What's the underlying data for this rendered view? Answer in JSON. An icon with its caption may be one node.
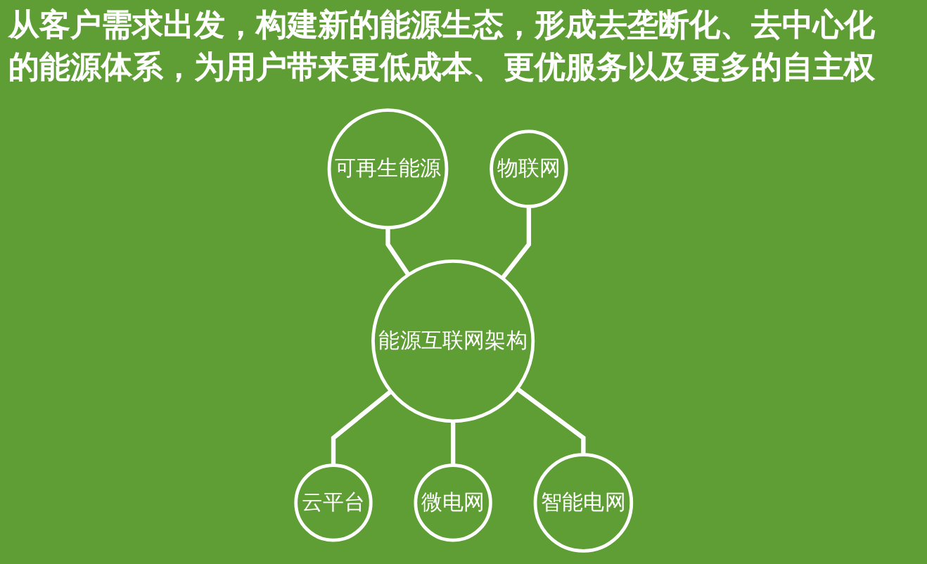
{
  "diagram": {
    "title": "从客户需求出发，构建新的能源生态，形成去垄断化、去中心化的能源体系，为用户带来更低成本、更优服务以及更多的自主权",
    "nodes": [
      {
        "text": [
          "可再生能源"
        ]
      },
      {
        "text": [
          "物联网"
        ]
      },
      {
        "text": [
          "能源互联网架构"
        ]
      },
      {
        "text": [
          "智能电网"
        ]
      },
      {
        "text": [
          "云平台"
        ]
      },
      {
        "text": [
          "微电网"
        ]
      }
    ],
    "edges": [
      {
        "from": 0,
        "to": 2,
        "arrow": "none"
      },
      {
        "from": 1,
        "to": 2,
        "arrow": "none"
      },
      {
        "from": 2,
        "to": 4,
        "arrow": "none"
      },
      {
        "from": 2,
        "to": 5,
        "arrow": "none"
      },
      {
        "from": 2,
        "to": 3,
        "arrow": "none"
      }
    ]
  }
}
